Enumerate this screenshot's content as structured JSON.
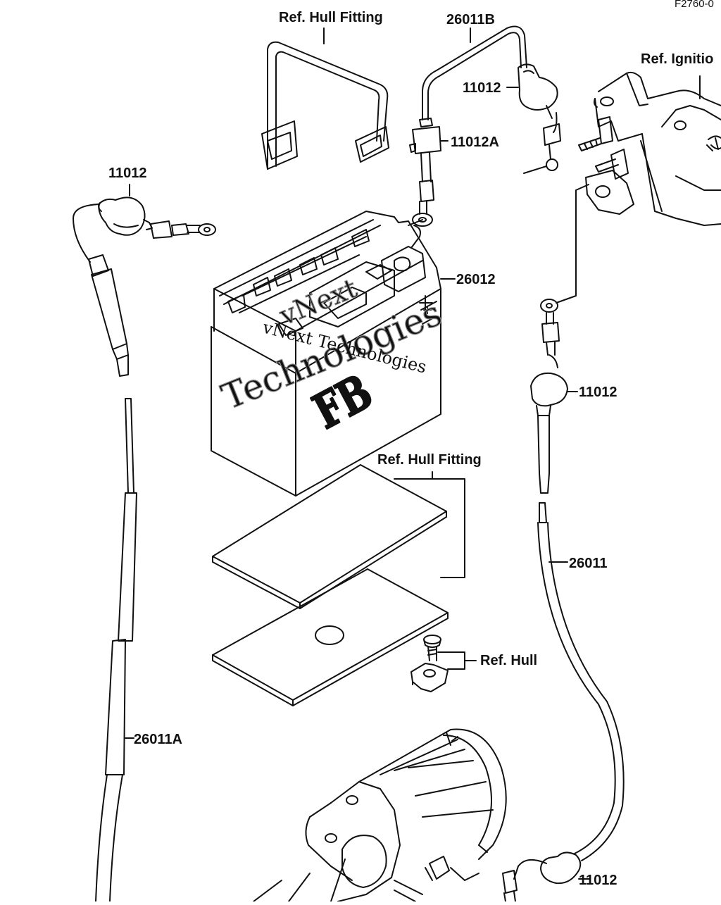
{
  "diagram": {
    "figure_code": "F2760-0",
    "labels": {
      "ref_hull_fitting_top": "Ref. Hull Fitting",
      "cable_26011b": "26011B",
      "cap_11012_top": "11012",
      "terminal_11012a": "11012A",
      "ref_ignition": "Ref. Ignitio",
      "cap_11012_left": "11012",
      "battery_26012": "26012",
      "cap_11012_right": "11012",
      "ref_hull_fitting_mid": "Ref. Hull Fitting",
      "cable_26011": "26011",
      "ref_hull": "Ref. Hull",
      "cable_26011a": "26011A",
      "cap_11012_bottom": "11012"
    },
    "battery_marking": "FB",
    "battery_plus": "+",
    "battery_minus": "−",
    "watermark": {
      "line1": "vNext",
      "line2": "Technologies",
      "line3": "vNext Technologies"
    }
  }
}
